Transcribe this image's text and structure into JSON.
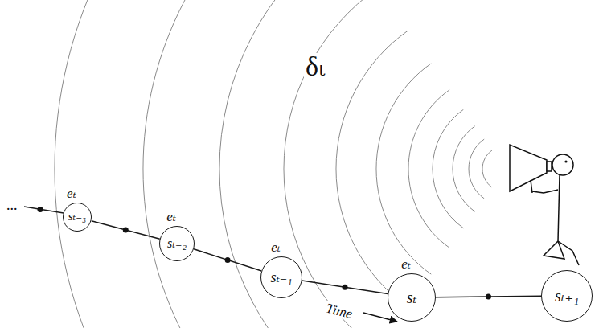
{
  "diagram": {
    "nodes": [
      {
        "text": [
          "eₜ",
          "sₜ₋₃"
        ]
      },
      {
        "text": [
          "eₜ",
          "sₜ₋₂"
        ]
      },
      {
        "text": [
          "eₜ",
          "sₜ₋₁"
        ]
      },
      {
        "text": [
          "eₜ",
          "sₜ"
        ]
      },
      {
        "text": [
          "sₜ₊₁"
        ]
      }
    ],
    "edges": [
      {
        "from": 0,
        "to": 1,
        "arrow": "none"
      },
      {
        "from": 1,
        "to": 2,
        "arrow": "none"
      },
      {
        "from": 2,
        "to": 3,
        "arrow": "none"
      },
      {
        "from": 3,
        "to": 4,
        "arrow": "none"
      }
    ],
    "labels": [
      "...",
      "δₜ",
      "Time"
    ]
  }
}
